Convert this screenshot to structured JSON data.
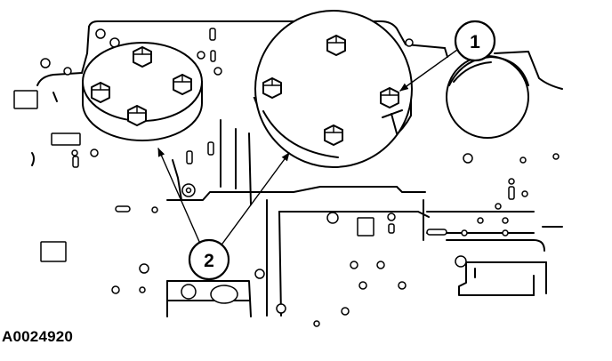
{
  "figure": {
    "id": "A0024920",
    "callouts": [
      {
        "number": "1"
      },
      {
        "number": "2"
      }
    ]
  }
}
